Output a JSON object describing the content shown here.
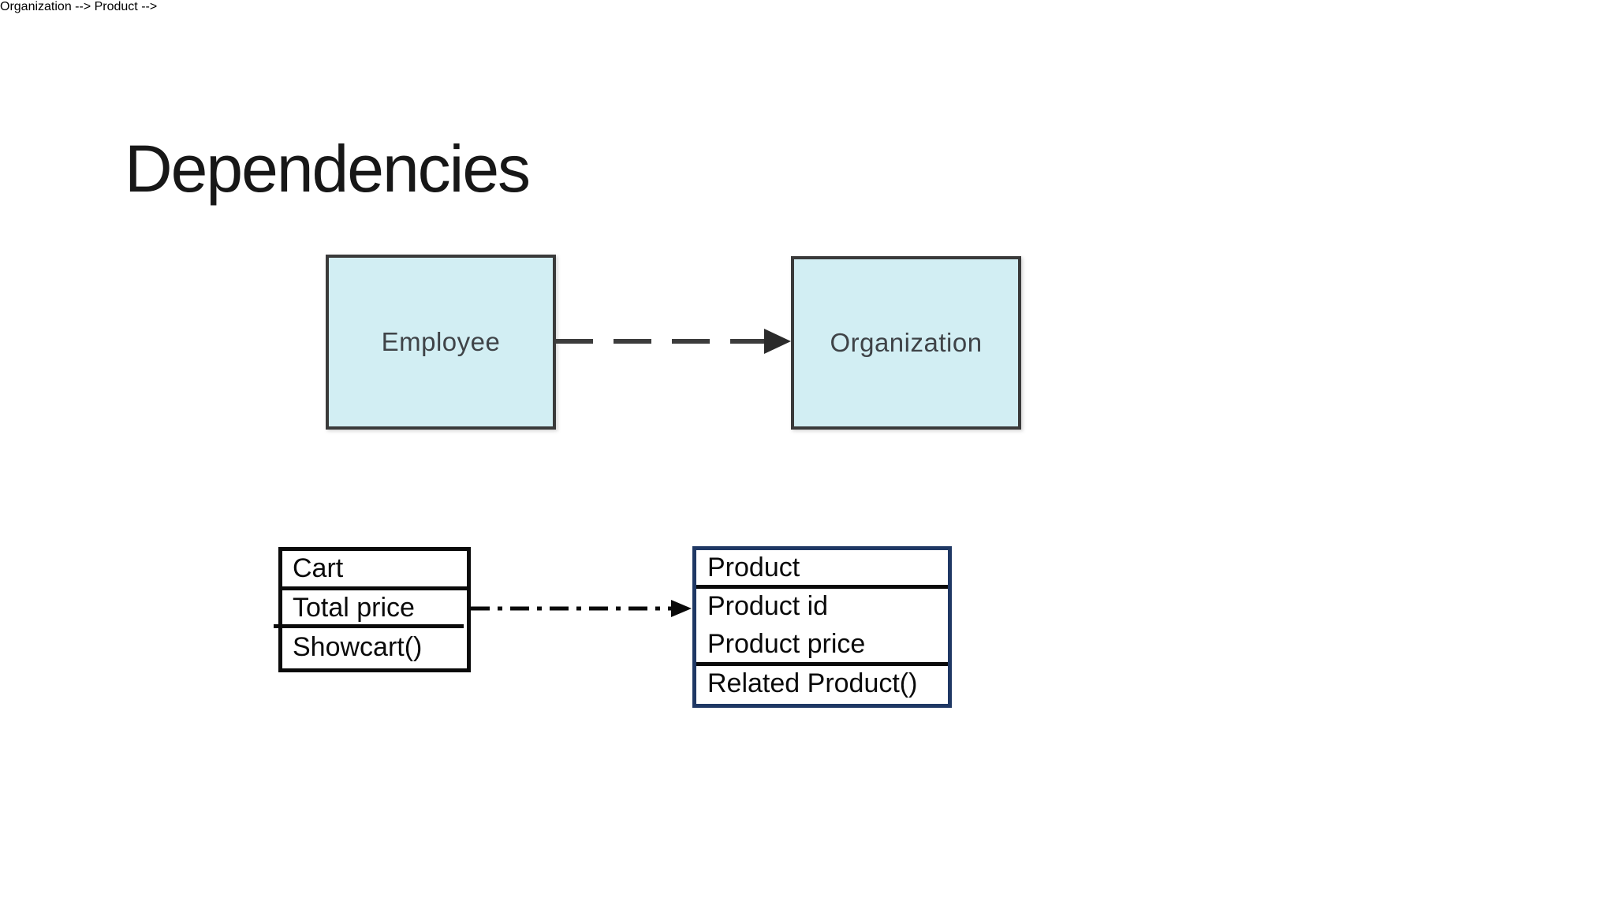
{
  "slide": {
    "title": "Dependencies"
  },
  "diagram_top": {
    "from_node": "Employee",
    "to_node": "Organization",
    "connector_style": "dashed-arrow"
  },
  "diagram_bottom": {
    "from_class": {
      "name": "Cart",
      "attributes": [
        "Total price"
      ],
      "operations": [
        "Showcart()"
      ]
    },
    "to_class": {
      "name": "Product",
      "attributes": [
        "Product id",
        "Product price"
      ],
      "operations": [
        "Related Product()"
      ]
    },
    "connector_style": "dash-dot-arrow"
  },
  "colors": {
    "background": "#FFFFFF",
    "title-text": "#171717",
    "node-fill": "#D2EEF3",
    "node-border": "#3A3A3A",
    "node-text": "#3F4347",
    "arrow-gray": "#3C3C3C",
    "class-ink": "#0A0A0A",
    "product-border": "#1F3864"
  }
}
